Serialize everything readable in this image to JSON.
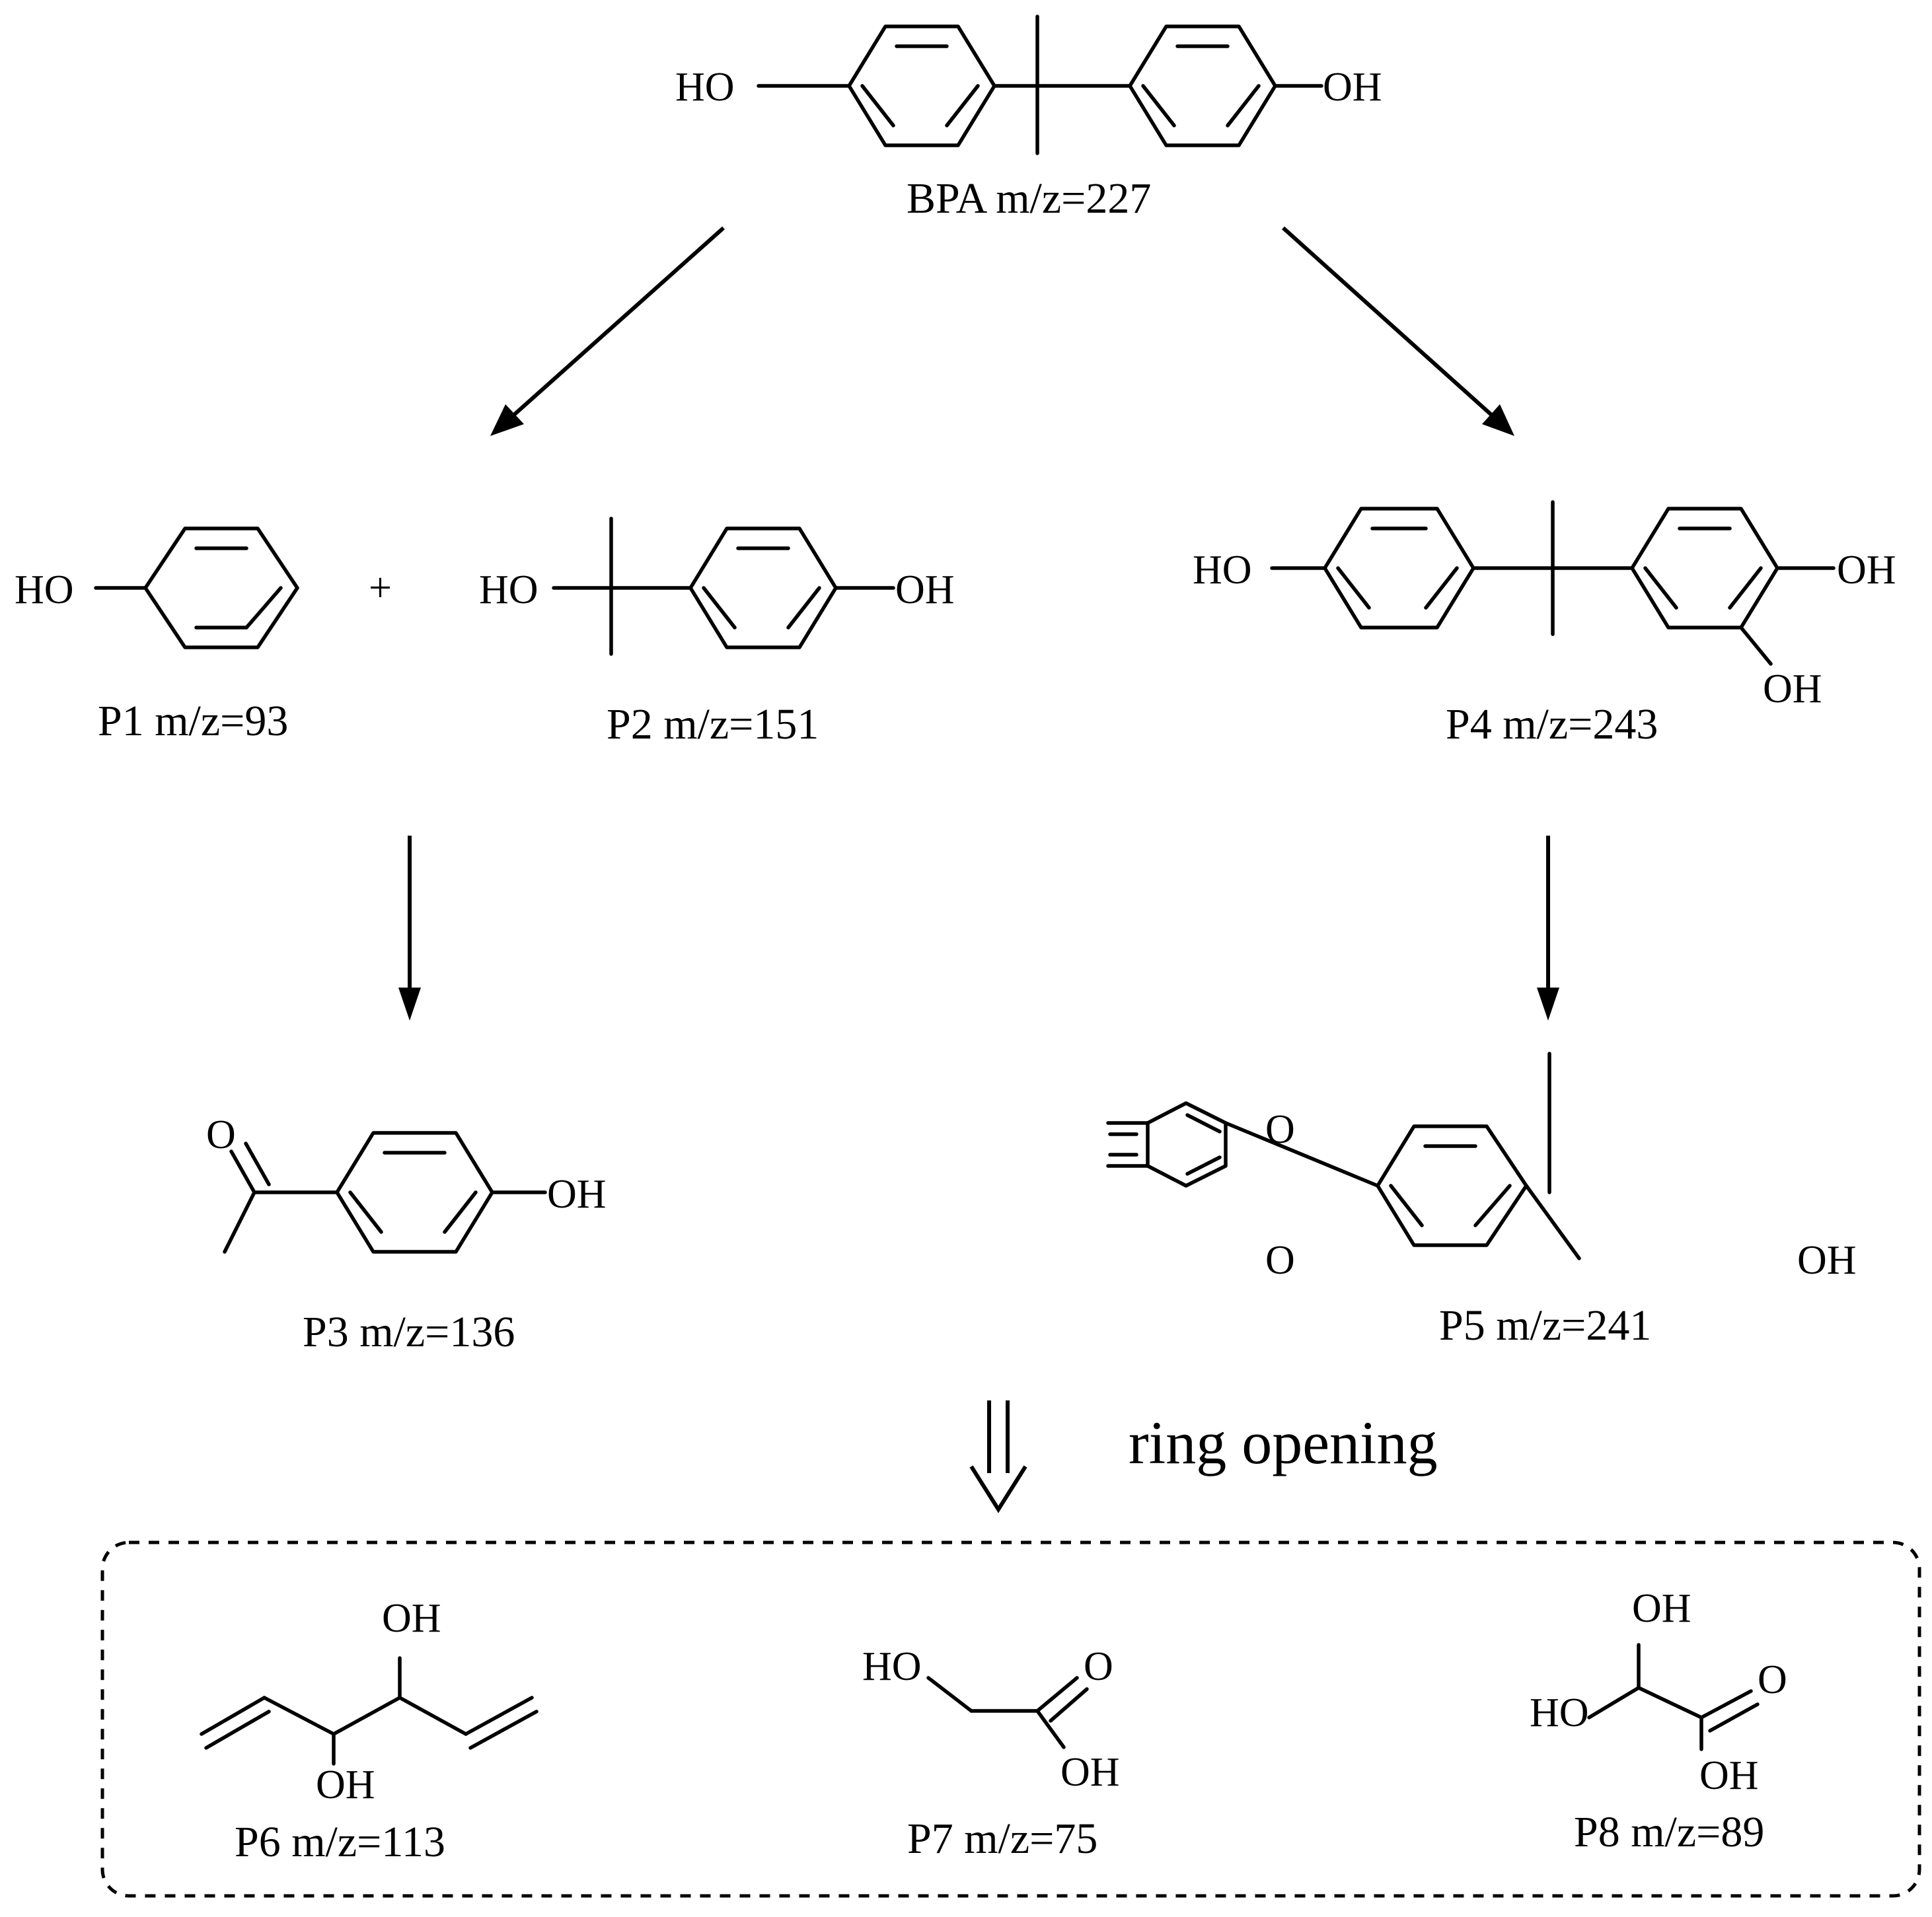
{
  "diagram": {
    "compounds": {
      "bpa": {
        "label": "BPA m/z=227",
        "groups": [
          "HO",
          "OH"
        ]
      },
      "p1": {
        "label": "P1 m/z=93",
        "groups": [
          "HO"
        ]
      },
      "p2": {
        "label": "P2 m/z=151",
        "groups": [
          "HO",
          "OH"
        ]
      },
      "p3": {
        "label": "P3 m/z=136",
        "groups": [
          "O",
          "OH"
        ]
      },
      "p4": {
        "label": "P4 m/z=243",
        "groups": [
          "HO",
          "OH",
          "OH"
        ]
      },
      "p5": {
        "label": "P5 m/z=241",
        "groups": [
          "O",
          "O",
          "OH"
        ]
      },
      "p6": {
        "label": "P6 m/z=113",
        "groups": [
          "OH",
          "OH"
        ]
      },
      "p7": {
        "label": "P7 m/z=75",
        "groups": [
          "HO",
          "O",
          "OH"
        ]
      },
      "p8": {
        "label": "P8 m/z=89",
        "groups": [
          "OH",
          "HO",
          "O",
          "OH"
        ]
      }
    },
    "plus": "+",
    "ring_opening_label": "ring opening"
  }
}
